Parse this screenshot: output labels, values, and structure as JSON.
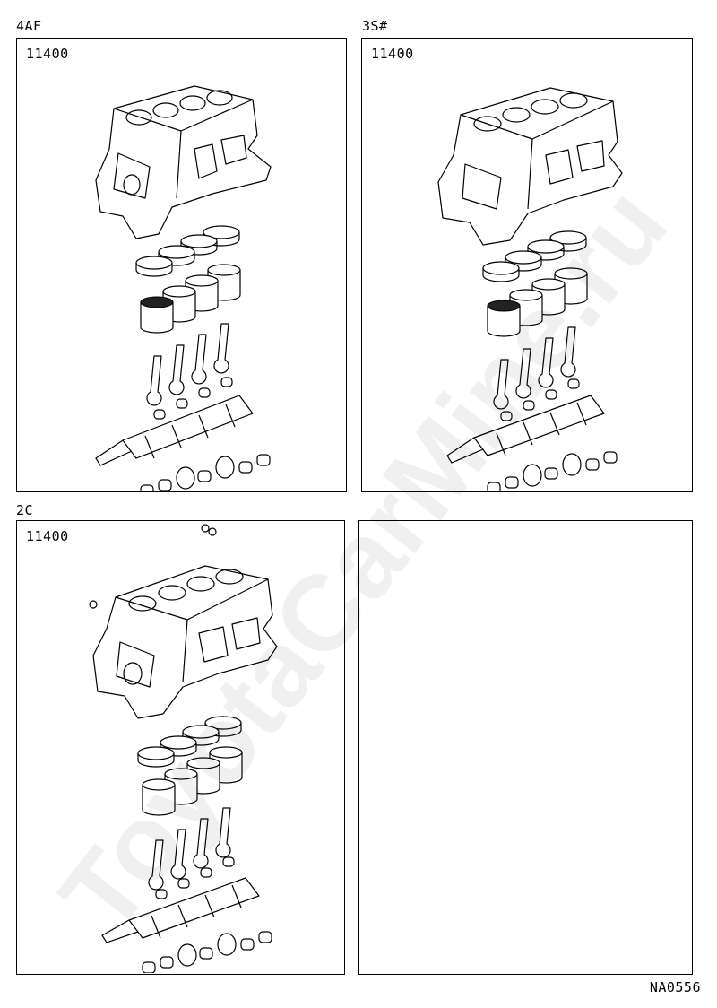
{
  "panels": [
    {
      "engine": "4AF",
      "part_number": "11400"
    },
    {
      "engine": "3S#",
      "part_number": "11400"
    },
    {
      "engine": "2C",
      "part_number": "11400"
    },
    {
      "engine": "",
      "part_number": ""
    }
  ],
  "figure_code": "NA0556",
  "watermark": "ToyotaCarMine.ru",
  "icons": {
    "engine_illustration": "short-block-exploded-view"
  }
}
